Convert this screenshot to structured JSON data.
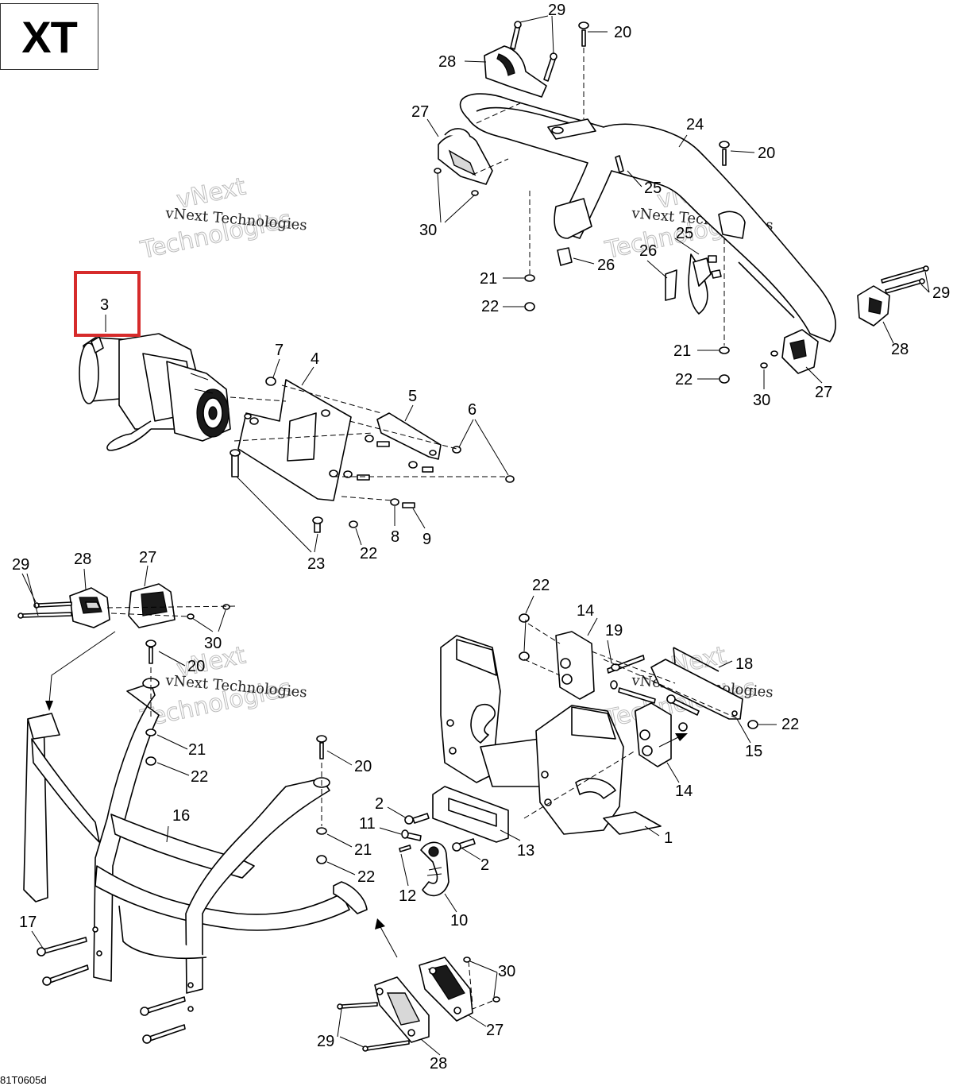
{
  "variant_label": "XT",
  "drawing_code": "81T0605d",
  "selected_callout": "3",
  "watermark": {
    "line1": "vNext Technologies",
    "line2": "vNext",
    "line3": "Technologies"
  },
  "callouts": {
    "c29a": "29",
    "c20a": "20",
    "c28a": "28",
    "c27a": "27",
    "c24": "24",
    "c20b": "20",
    "c25a": "25",
    "c30a": "30",
    "c25b": "25",
    "c26a": "26",
    "c26b": "26",
    "c21a": "21",
    "c22a": "22",
    "c29b": "29",
    "c28b": "28",
    "c21b": "21",
    "c22b": "22",
    "c30b": "30",
    "c27b": "27",
    "c3": "3",
    "c7": "7",
    "c4": "4",
    "c5": "5",
    "c6": "6",
    "c8": "8",
    "c9": "9",
    "c22c": "22",
    "c23": "23",
    "c29c": "29",
    "c28c": "28",
    "c27c": "27",
    "c30c": "30",
    "c20c": "20",
    "c21c": "21",
    "c22d": "22",
    "c16": "16",
    "c20d": "20",
    "c21d": "21",
    "c22e": "22",
    "c17": "17",
    "c22f": "22",
    "c14a": "14",
    "c19": "19",
    "c18": "18",
    "c22g": "22",
    "c15": "15",
    "c14b": "14",
    "c2a": "2",
    "c11": "11",
    "c13": "13",
    "c1": "1",
    "c2b": "2",
    "c12": "12",
    "c10": "10",
    "c30d": "30",
    "c27d": "27",
    "c29d": "29",
    "c28d": "28"
  }
}
